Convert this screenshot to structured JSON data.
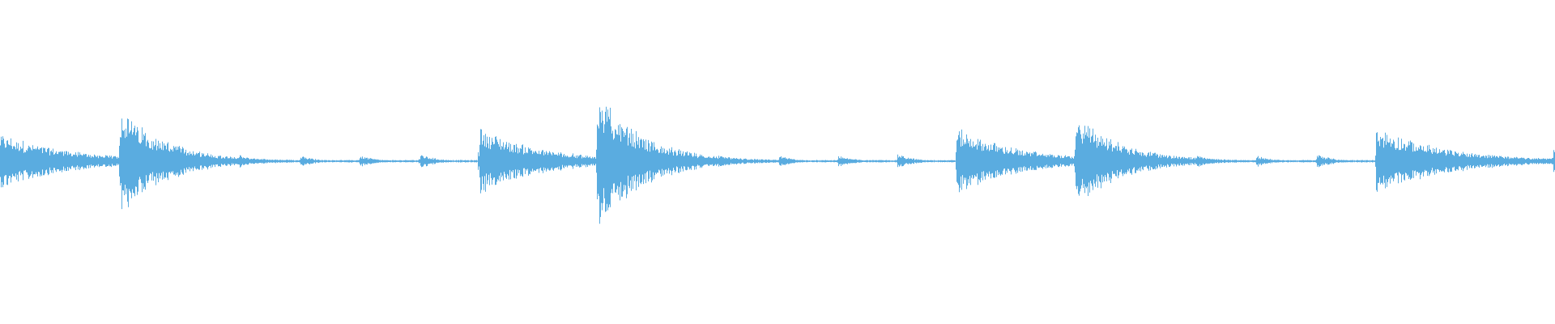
{
  "waveform": {
    "color": "#5aace0",
    "background": "#ffffff",
    "transients": [
      {
        "time": 0.0,
        "amplitude": 0.18,
        "decay": 0.045
      },
      {
        "time": 0.039,
        "amplitude": 0.05,
        "decay": 0.01
      },
      {
        "time": 0.077,
        "amplitude": 0.35,
        "decay": 0.03
      },
      {
        "time": 0.116,
        "amplitude": 0.05,
        "decay": 0.01
      },
      {
        "time": 0.154,
        "amplitude": 0.04,
        "decay": 0.01
      },
      {
        "time": 0.193,
        "amplitude": 0.04,
        "decay": 0.01
      },
      {
        "time": 0.231,
        "amplitude": 0.04,
        "decay": 0.01
      },
      {
        "time": 0.27,
        "amplitude": 0.05,
        "decay": 0.01
      },
      {
        "time": 0.308,
        "amplitude": 0.22,
        "decay": 0.04
      },
      {
        "time": 0.347,
        "amplitude": 0.04,
        "decay": 0.01
      },
      {
        "time": 0.384,
        "amplitude": 0.44,
        "decay": 0.03
      },
      {
        "time": 0.424,
        "amplitude": 0.04,
        "decay": 0.01
      },
      {
        "time": 0.462,
        "amplitude": 0.04,
        "decay": 0.01
      },
      {
        "time": 0.501,
        "amplitude": 0.04,
        "decay": 0.01
      },
      {
        "time": 0.539,
        "amplitude": 0.04,
        "decay": 0.01
      },
      {
        "time": 0.577,
        "amplitude": 0.05,
        "decay": 0.01
      },
      {
        "time": 0.615,
        "amplitude": 0.22,
        "decay": 0.04
      },
      {
        "time": 0.654,
        "amplitude": 0.05,
        "decay": 0.01
      },
      {
        "time": 0.692,
        "amplitude": 0.3,
        "decay": 0.03
      },
      {
        "time": 0.731,
        "amplitude": 0.04,
        "decay": 0.01
      },
      {
        "time": 0.77,
        "amplitude": 0.04,
        "decay": 0.01
      },
      {
        "time": 0.808,
        "amplitude": 0.04,
        "decay": 0.01
      },
      {
        "time": 0.847,
        "amplitude": 0.05,
        "decay": 0.01
      },
      {
        "time": 0.885,
        "amplitude": 0.22,
        "decay": 0.045
      },
      {
        "time": 0.923,
        "amplitude": 0.05,
        "decay": 0.012
      },
      {
        "time": 0.962,
        "amplitude": 0.04,
        "decay": 0.015
      },
      {
        "time": 0.999,
        "amplitude": 0.14,
        "decay": 0.005
      }
    ],
    "baseline_noise": 0.008
  }
}
